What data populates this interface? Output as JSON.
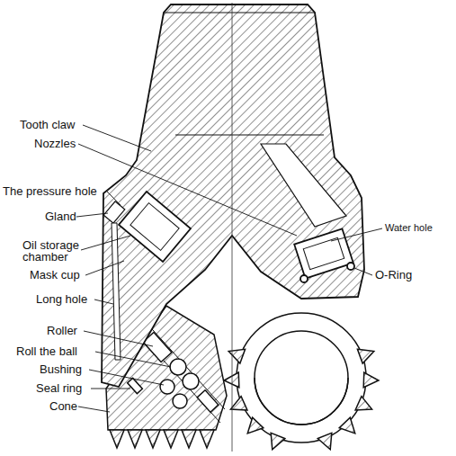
{
  "diagram": {
    "labels": [
      "Tooth claw",
      "Nozzles",
      "The pressure hole",
      "Gland",
      "Oil storage chamber",
      "Mask cup",
      "Long hole",
      "Roller",
      "Roll the ball",
      "Bushing",
      "Seal ring",
      "Cone",
      "Water hole",
      "O-Ring"
    ]
  }
}
